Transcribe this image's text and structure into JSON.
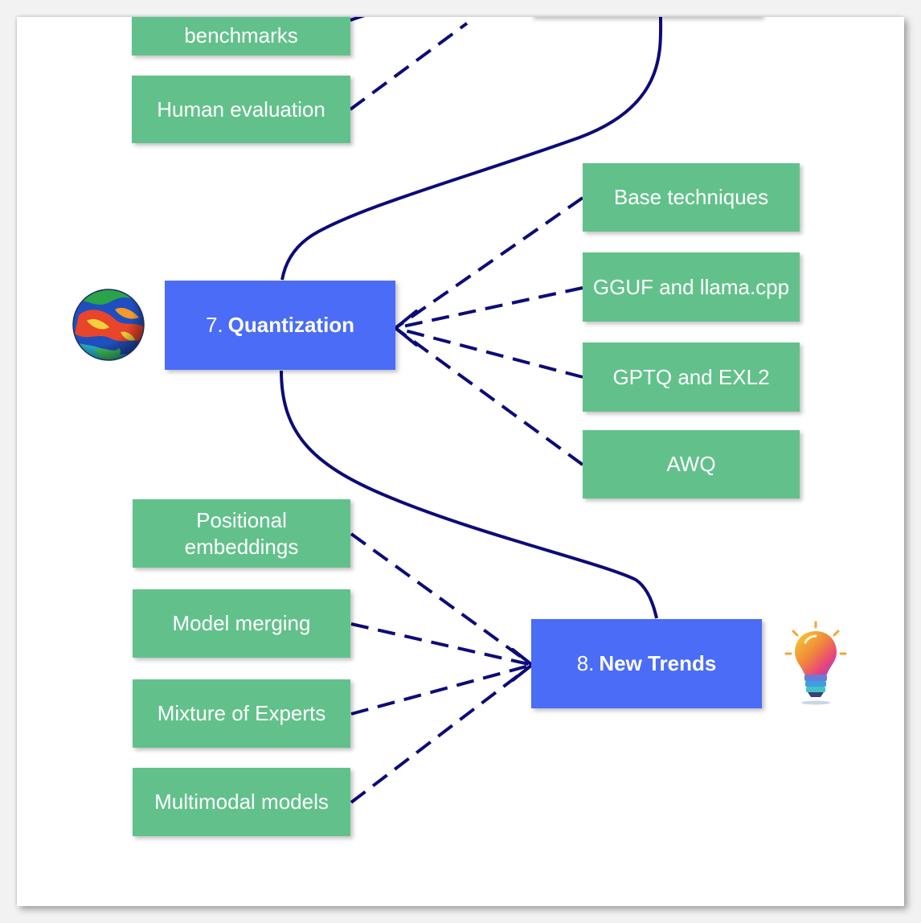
{
  "main_nodes": {
    "quantization": {
      "number": "7.",
      "title": "Quantization"
    },
    "new_trends": {
      "number": "8.",
      "title": "New Trends"
    }
  },
  "top_nodes": {
    "benchmarks": "benchmarks",
    "human_evaluation": "Human evaluation"
  },
  "quantization_topics": [
    "Base techniques",
    "GGUF and llama.cpp",
    "GPTQ and EXL2",
    "AWQ"
  ],
  "new_trends_topics": [
    "Positional embeddings",
    "Model merging",
    "Mixture of Experts",
    "Multimodal models"
  ],
  "icons": {
    "quantization": "earth-globe-icon",
    "new_trends": "lightbulb-icon"
  },
  "colors": {
    "main_node": "#4a6cf6",
    "topic_node": "#62c18b",
    "connector": "#0d0b78"
  }
}
